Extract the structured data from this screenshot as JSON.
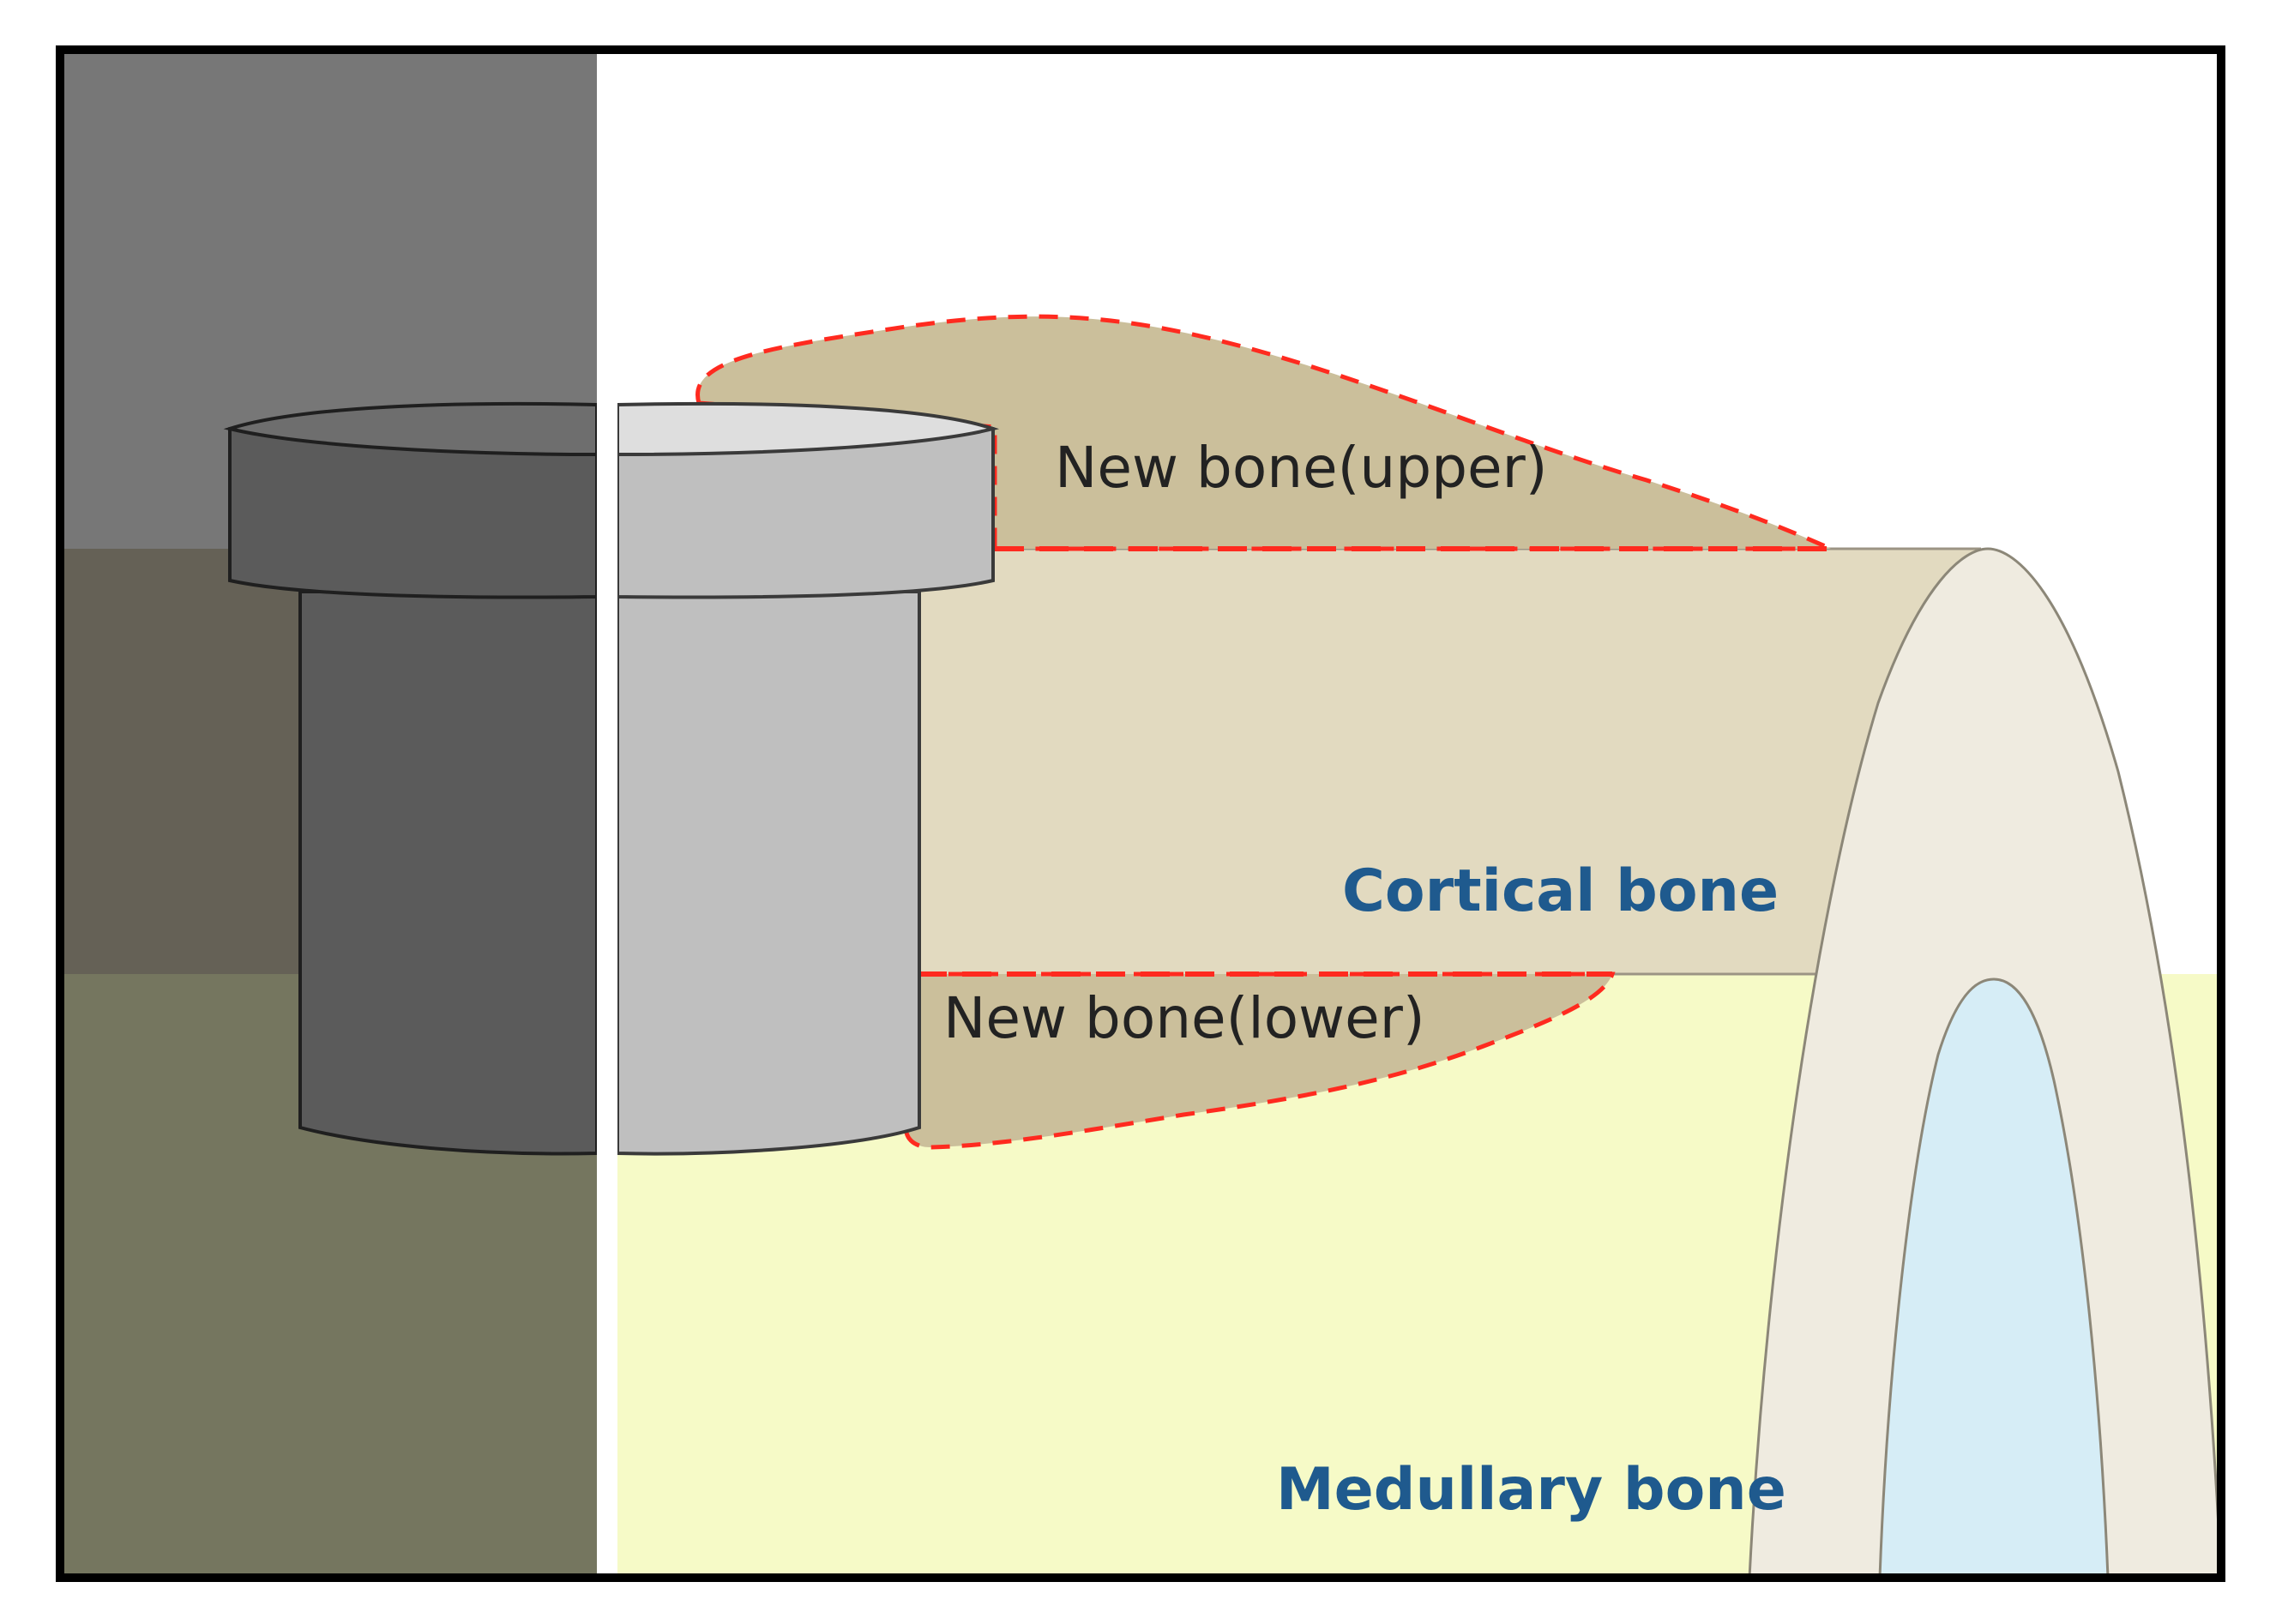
{
  "labels": {
    "new_bone_upper": "New bone(upper)",
    "cortical_bone": "Cortical bone",
    "new_bone_lower": "New bone(lower)",
    "medullary_bone": "Medullary bone"
  },
  "colors": {
    "frame_border": "#000000",
    "left_panel_top": "#777777",
    "left_panel_middle": "#656156",
    "left_panel_bottom": "#75765f",
    "implant_dark": "#5b5b5b",
    "implant_light": "#bfbfbf",
    "implant_top_face": "#dedede",
    "cortical_bone": "#e2dac0",
    "medullary_bone": "#f6fac7",
    "new_bone": "#cbbf9b",
    "new_bone_outline": "#ff2a1f",
    "cross_section_ring": "#efebe0",
    "marrow_cavity": "#d6edf6",
    "bold_label": "#1f5a8e"
  }
}
